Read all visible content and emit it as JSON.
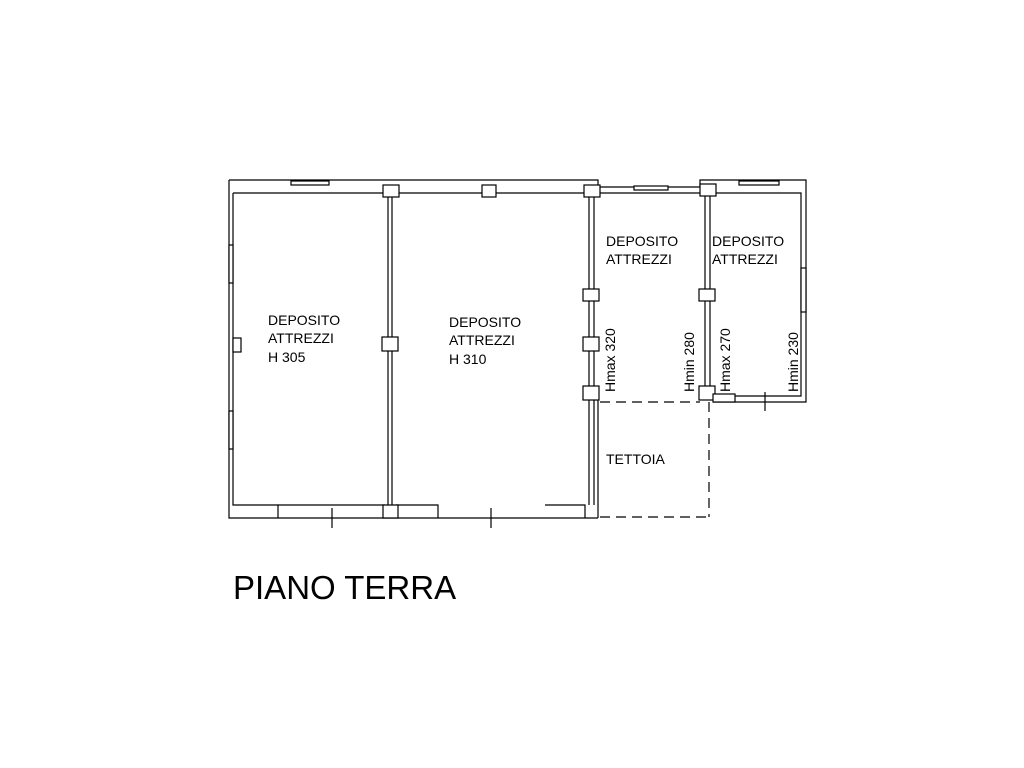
{
  "plan": {
    "title": "PIANO TERRA",
    "rooms": [
      {
        "line1": "DEPOSITO",
        "line2": "ATTREZZI",
        "line3": "H 305"
      },
      {
        "line1": "DEPOSITO",
        "line2": "ATTREZZI",
        "line3": "H 310"
      },
      {
        "line1": "DEPOSITO",
        "line2": "ATTREZZI"
      },
      {
        "line1": "DEPOSITO",
        "line2": "ATTREZZI"
      }
    ],
    "heights": [
      "Hmax 320",
      "Hmin 280",
      "Hmax 270",
      "Hmin 230"
    ],
    "canopy": "TETTOIA"
  }
}
